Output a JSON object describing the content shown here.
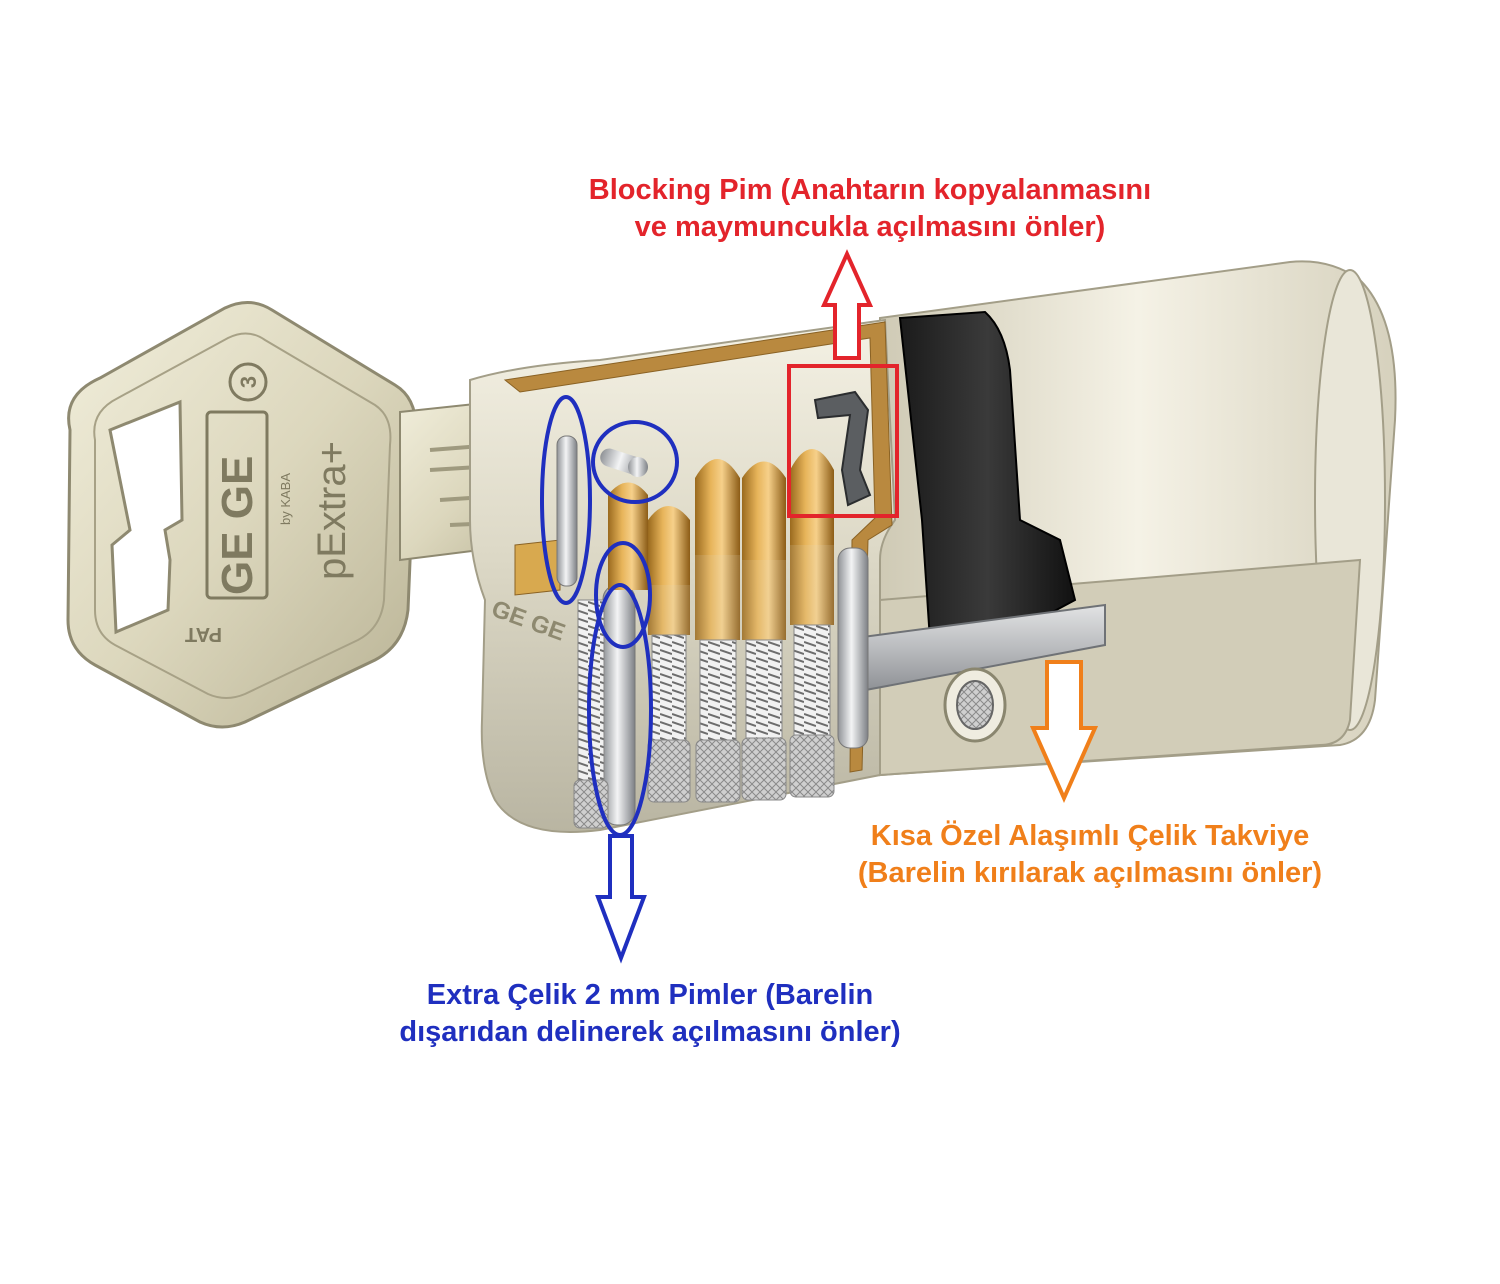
{
  "key": {
    "brand_text": "GE GE",
    "model_text": "pExtra+",
    "maker_text": "by KABA",
    "pat_text": "PAT",
    "series_digit": "3"
  },
  "cylinder": {
    "brand_text": "GE GE"
  },
  "annotations": {
    "blocking_pin": {
      "line1": "Blocking Pim (Anahtarın kopyalanmasını",
      "line2": "ve maymuncukla açılmasını önler)",
      "color": "#e3242b"
    },
    "steel_reinforcement": {
      "line1": "Kısa Özel Alaşımlı Çelik Takviye",
      "line2": "(Barelin kırılarak açılmasını önler)",
      "color": "#f07f1a"
    },
    "extra_pins": {
      "line1": "Extra Çelik 2 mm Pimler (Barelin",
      "line2": "dışarıdan delinerek açılmasını önler)",
      "color": "#1f2fbf"
    }
  }
}
